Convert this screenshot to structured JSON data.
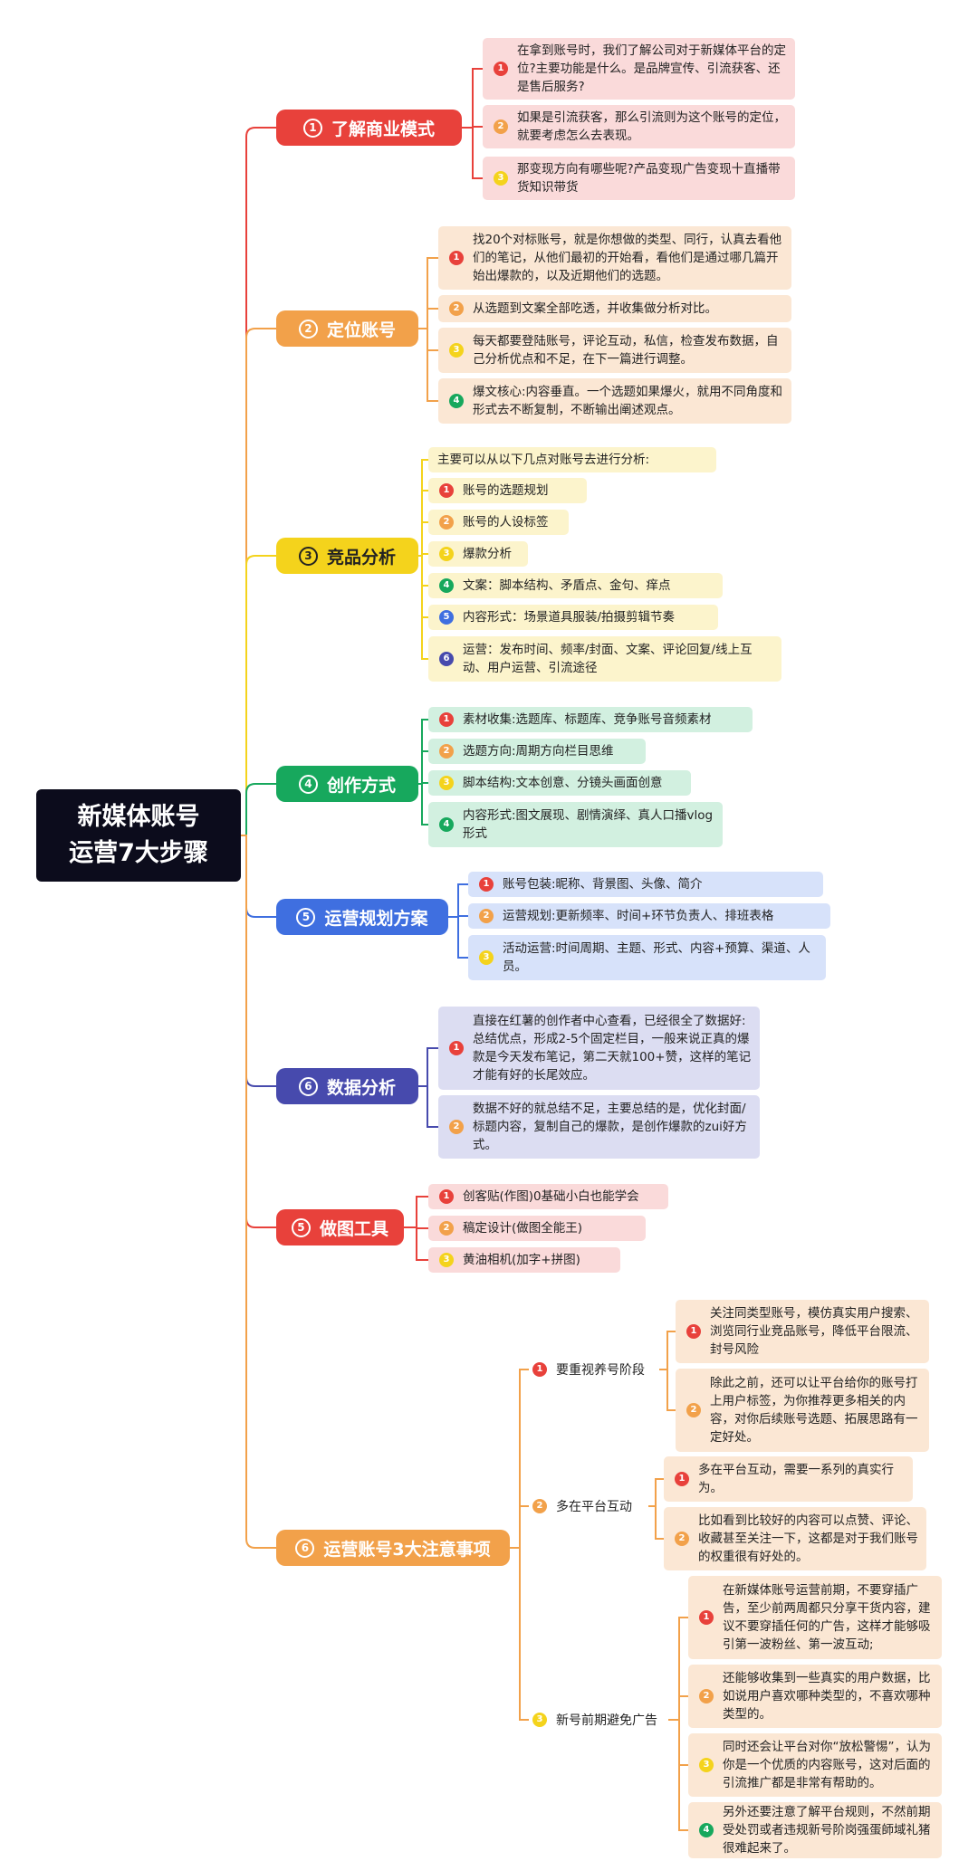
{
  "root": {
    "line1": "新媒体账号",
    "line2": "运营7大步骤"
  },
  "colors": {
    "red": "#e8413b",
    "orange": "#f2a14a",
    "yellow": "#f4d31c",
    "green": "#17a85d",
    "blue": "#3f6fe0",
    "indigo": "#474aad"
  },
  "badges": {
    "n1": "1",
    "n2": "2",
    "n3": "3",
    "n4": "4",
    "n5": "5",
    "n6": "6"
  },
  "branches": [
    {
      "num": "1",
      "title": "了解商业模式",
      "leaves": [
        "在拿到账号时，我们了解公司对于新媒体平台的定位?主要功能是什么。是品牌宣传、引流获客、还是售后服务?",
        "如果是引流获客，那么引流则为这个账号的定位，就要考虑怎么去表现。",
        "那变现方向有哪些呢?产品变现广告变现十直播带货知识带货"
      ]
    },
    {
      "num": "2",
      "title": "定位账号",
      "leaves": [
        "找20个对标账号，就是你想做的类型、同行，认真去看他们的笔记，从他们最初的开始看，看他们是通过哪几篇开始出爆款的，以及近期他们的选题。",
        "从选题到文案全部吃透，并收集做分析对比。",
        "每天都要登陆账号，评论互动，私信，检查发布数据，自己分析优点和不足，在下一篇进行调整。",
        "爆文核心:内容垂直。一个选题如果爆火，就用不同角度和形式去不断复制，不断输出阐述观点。"
      ]
    },
    {
      "num": "3",
      "title": "竞品分析",
      "head": "主要可以从以下几点对账号去进行分析:",
      "leaves": [
        "账号的选题规划",
        "账号的人设标签",
        "爆款分析",
        "文案：脚本结构、矛盾点、金句、痒点",
        "内容形式：场景道具服装/拍摄剪辑节奏",
        "运营：发布时间、频率/封面、文案、评论回复/线上互动、用户运营、引流途径"
      ]
    },
    {
      "num": "4",
      "title": "创作方式",
      "leaves": [
        "素材收集:选题库、标题库、竞争账号音频素材",
        "选题方向:周期方向栏目思维",
        "脚本结构:文本创意、分镜头画面创意",
        "内容形式:图文展现、剧情演绎、真人口播vlog形式"
      ]
    },
    {
      "num": "5",
      "title": "运营规划方案",
      "leaves": [
        "账号包装:昵称、背景图、头像、简介",
        "运营规划:更新频率、时间+环节负责人、排班表格",
        "活动运营:时间周期、主题、形式、内容+预算、渠道、人员。"
      ]
    },
    {
      "num": "6",
      "title": "数据分析",
      "leaves": [
        "直接在红薯的创作者中心查看，已经很全了数据好:总结优点，形成2-5个固定栏目，一般来说正真的爆款是今天发布笔记，第二天就100+赞，这样的笔记才能有好的长尾效应。",
        "数据不好的就总结不足，主要总结的是，优化封面/标题内容，复制自己的爆款，是创作爆款的zui好方式。"
      ]
    },
    {
      "num": "5",
      "title": "做图工具",
      "leaves": [
        "创客贴(作图)0基础小白也能学会",
        "稿定设计(做图全能王)",
        "黄油相机(加字+拼图)"
      ]
    },
    {
      "num": "6",
      "title": "运营账号3大注意事项",
      "subs": [
        {
          "label": "要重视养号阶段",
          "leaves": [
            "关注同类型账号，模仿真实用户搜索、浏览同行业竞品账号，降低平台限流、封号风险",
            "除此之前，还可以让平台给你的账号打上用户标签，为你推荐更多相关的内容，对你后续账号选题、拓展思路有一定好处。"
          ]
        },
        {
          "label": "多在平台互动",
          "leaves": [
            "多在平台互动，需要一系列的真实行为。",
            "比如看到比较好的内容可以点赞、评论、收藏甚至关注一下，这都是对于我们账号的权重很有好处的。"
          ]
        },
        {
          "label": "新号前期避免广告",
          "leaves": [
            "在新媒体账号运营前期，不要穿插广告，至少前两周都只分享干货内容，建议不要穿插任何的广告，这样才能够吸引第一波粉丝、第一波互动;",
            "还能够收集到一些真实的用户数据，比如说用户喜欢哪种类型的，不喜欢哪种类型的。",
            "同时还会让平台对你“放松警惕”，认为你是一个优质的内容账号，这对后面的引流推广都是非常有帮助的。",
            "另外还要注意了解平台规则，不然前期受处罚或者违规新号阶岗强蛋師域礼猪很难起来了。"
          ]
        }
      ]
    }
  ]
}
